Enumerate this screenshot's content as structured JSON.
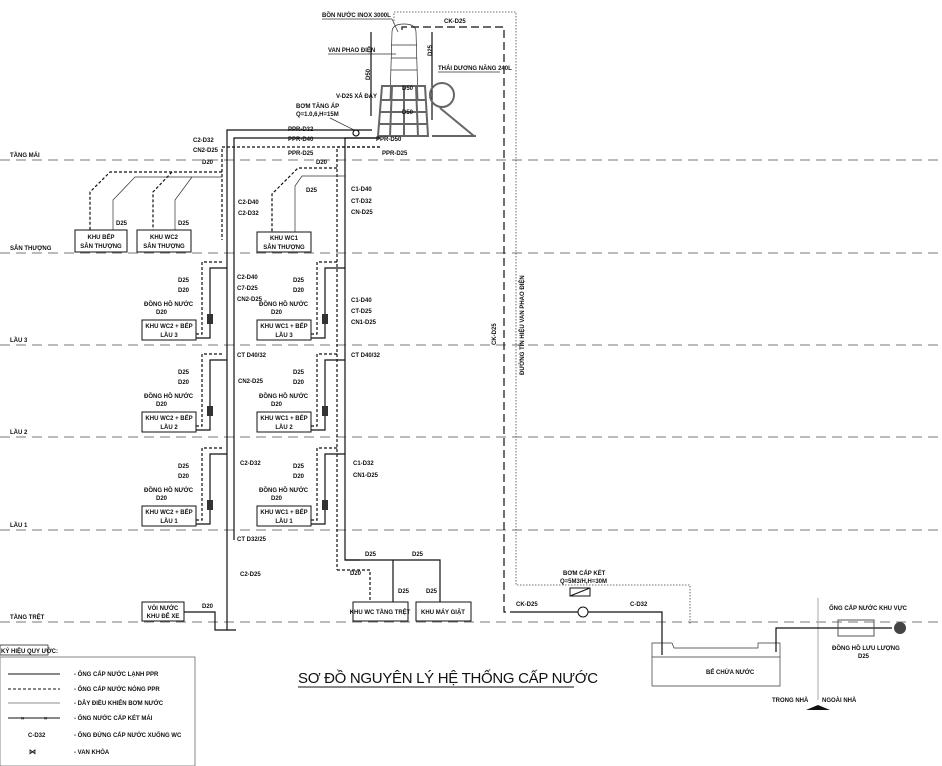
{
  "title": "SƠ ĐỒ NGUYÊN LÝ HỆ THỐNG CẤP NƯỚC",
  "levels": {
    "tang_mai": "TẦNG MÁI",
    "san_thuong": "SÂN THƯỢNG",
    "lau3": "LẦU 3",
    "lau2": "LẦU 2",
    "lau1": "LẦU 1",
    "tang_tret": "TẦNG TRỆT"
  },
  "roof": {
    "tank": "BỒN NƯỚC INOX 3000L",
    "float_valve": "VAN PHAO ĐIỆN",
    "drain": "V-D25 XẢ ĐÁY",
    "solar": "THÁI DƯƠNG NĂNG 240L",
    "booster_pump": "BƠM TĂNG ÁP",
    "booster_spec": "Q=1.0,6,H=15M",
    "ck_d25": "CK-D25",
    "ppr_d32": "PPR-D32",
    "ppr_d40": "PPR-D40",
    "ppr_d50": "PPR-D50",
    "ppr_d25": "PPR-D25",
    "ppr_d25b": "PPR-D25",
    "d50": "D50",
    "d50b": "D50",
    "d25": "D25",
    "c2_d32": "C2-D32",
    "cn2_d25": "CN2-D25",
    "d20": "D20",
    "d20b": "D20"
  },
  "san_thuong": {
    "kitchen": [
      "KHU BẾP",
      "SÂN THƯỢNG"
    ],
    "wc2": [
      "KHU WC2",
      "SÂN THƯỢNG"
    ],
    "wc1": [
      "KHU WC1",
      "SÂN THƯỢNG"
    ],
    "d25a": "D25",
    "d25b": "D25",
    "d25c": "D25",
    "c2_d40": "C2-D40",
    "c2_d32": "C2-D32",
    "c1_d40": "C1-D40",
    "ct_d32": "CT-D32",
    "cn_d25": "CN-D25"
  },
  "floors": {
    "meter": "ĐỒNG HỒ NƯỚC",
    "d20": "D20",
    "d25": "D25",
    "lau3": {
      "wc2": [
        "KHU WC2 + BẾP",
        "LẦU 3"
      ],
      "wc1": [
        "KHU WC1 + BẾP",
        "LẦU 3"
      ],
      "c2_d40": "C2-D40",
      "c7_d25": "C7-D25",
      "cn2_d25": "CN2-D25",
      "c1_d40": "C1-D40",
      "ct_d25": "CT-D25",
      "cn1_d25": "CN1-D25"
    },
    "lau2": {
      "wc2": [
        "KHU WC2 + BẾP",
        "LẦU 2"
      ],
      "wc1": [
        "KHU WC1 + BẾP",
        "LẦU 2"
      ],
      "ct_d4032a": "CT D40/32",
      "ct_d4032b": "CT D40/32",
      "cn2_d25": "CN2-D25"
    },
    "lau1": {
      "wc2": [
        "KHU WC2 + BẾP",
        "LẦU 1"
      ],
      "wc1": [
        "KHU WC1 + BẾP",
        "LẦU 1"
      ],
      "c2_d32": "C2-D32",
      "c1_d32": "C1-D32",
      "cn1_d25": "CN1-D25"
    }
  },
  "ground": {
    "ct_d3225": "CT D32/25",
    "c2_d25": "C2-D25",
    "faucet": [
      "VÒI NƯỚC",
      "KHU ĐỂ XE"
    ],
    "d20": "D20",
    "d20b": "D20",
    "d25a": "D25",
    "d25b": "D25",
    "d25c": "D25",
    "d25d": "D25",
    "wc_ground": "KHU WC TẦNG TRỆT",
    "laundry": "KHU MÁY GIẶT",
    "supply_pump": "BƠM CẤP KÉT",
    "supply_spec": "Q=5M3/H,H=30M",
    "ck_d25": "CK-D25",
    "c_d32": "C-D32",
    "tank": "BỂ CHỨA NƯỚC",
    "inside": "TRONG NHÀ",
    "outside": "NGOÀI NHÀ",
    "city_supply": "ỐNG CẤP NƯỚC KHU VỰC",
    "flow_meter": "ĐỒNG HỒ LƯU LƯỢNG",
    "flow_d": "D25",
    "ck_riser": "CK-D25",
    "control_line": "ĐƯỜNG TÍN HIỆU VAN PHAO ĐIỆN"
  },
  "legend": {
    "header": "KÝ HIỆU QUY ƯỚC:",
    "items": [
      "- ỐNG CẤP NƯỚC LẠNH PPR",
      "- ỐNG CẤP NƯỚC NÓNG PPR",
      "- DÂY ĐIỀU KHIỂN BƠM NƯỚC",
      "- ỐNG NƯỚC CẤP KÉT MÁI",
      "- ỐNG ĐỨNG CẤP NƯỚC XUỐNG WC",
      "- VAN KHÓA"
    ],
    "code_symbol": "C-D32"
  }
}
